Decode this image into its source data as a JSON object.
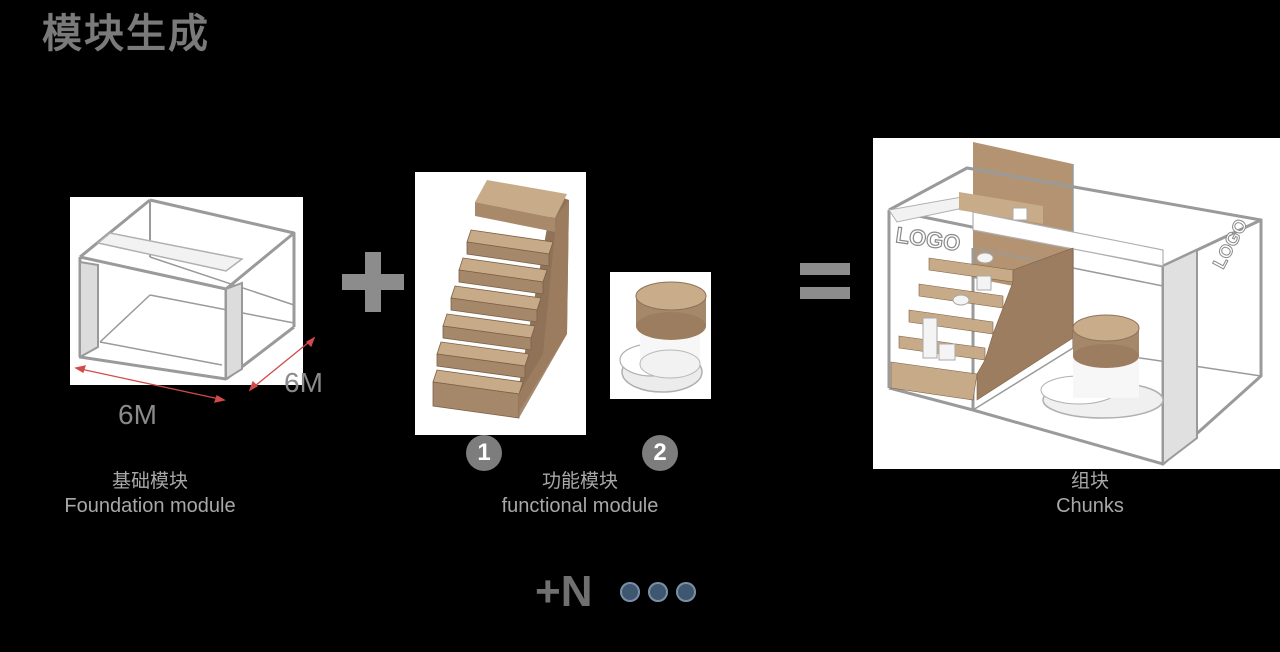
{
  "title": "模块生成",
  "foundation": {
    "caption_cn": "基础模块",
    "caption_en": "Foundation module",
    "dim_width": "6M",
    "dim_depth": "6M"
  },
  "functional": {
    "caption_cn": "功能模块",
    "caption_en": "functional module",
    "badge_1": "1",
    "badge_2": "2"
  },
  "chunks": {
    "caption_cn": "组块",
    "caption_en": "Chunks",
    "logo_left": "LOGO",
    "logo_right": "LOGO"
  },
  "more": {
    "label": "+N"
  },
  "colors": {
    "background": "#000000",
    "wood": "#b39372",
    "frame": "#8c8c8c",
    "dim_line": "#d24a4a",
    "badge": "#7d7d7d",
    "dots": "#3e5670"
  }
}
